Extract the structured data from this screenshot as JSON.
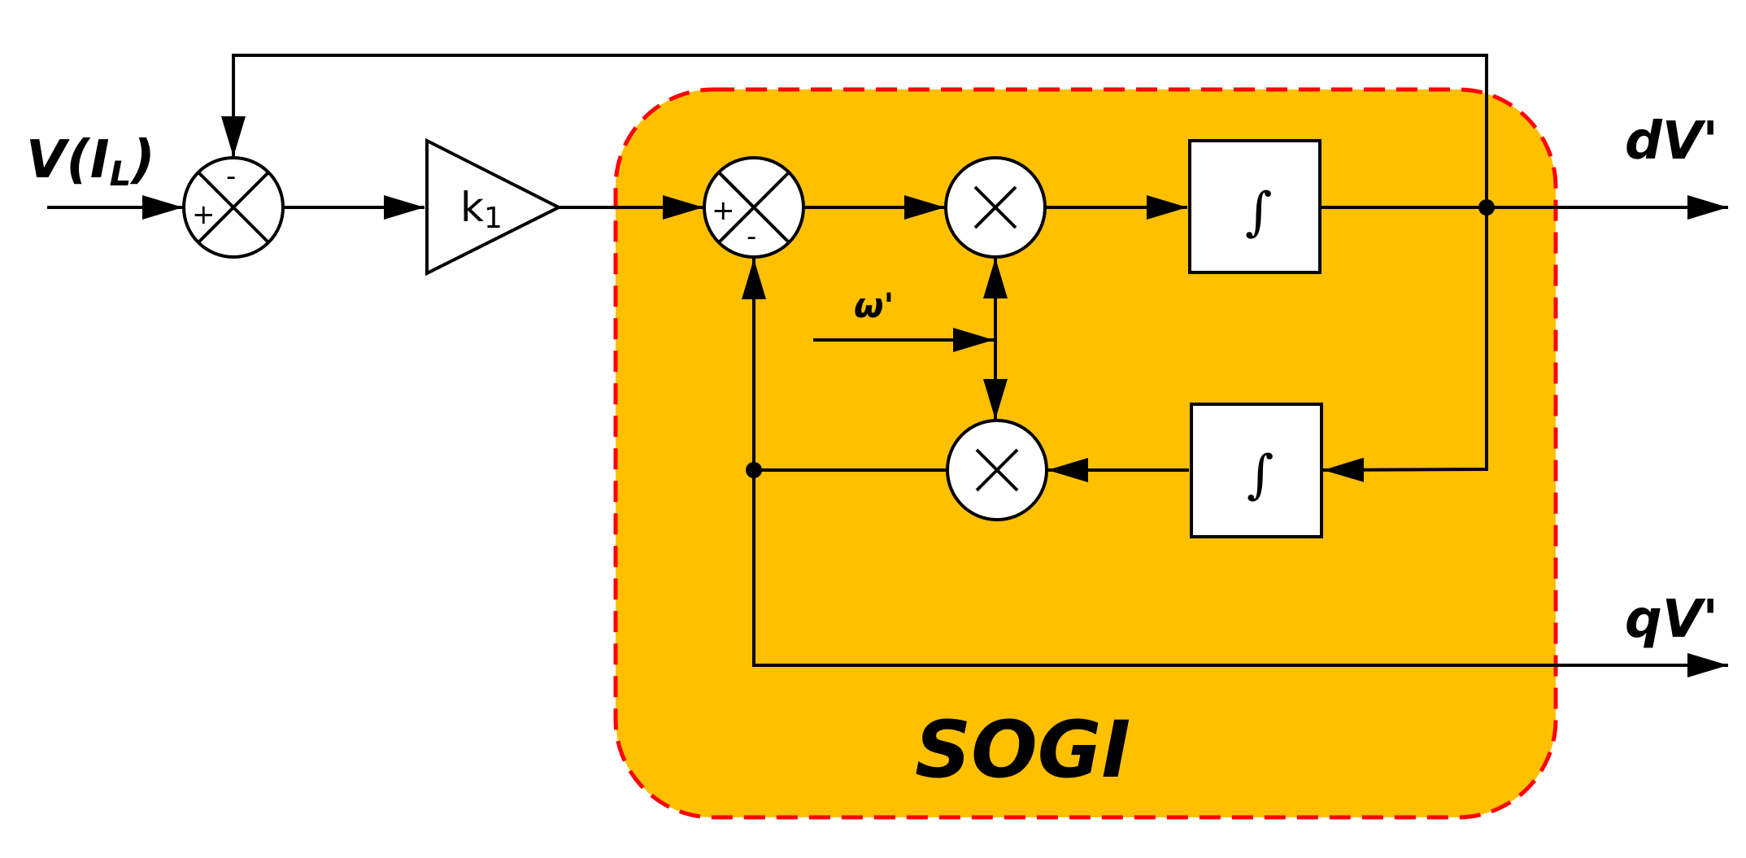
{
  "diagram": {
    "block_label": "SOGI",
    "input_label": {
      "main": "V(I",
      "sub": "L",
      "close": ")"
    },
    "gain_label": {
      "main": "k",
      "sub": "1"
    },
    "integrator_symbol": "∫",
    "omega_label": "ω'",
    "output_d_label": "dV'",
    "output_q_label": "qV'",
    "sum1_signs": {
      "left": "+",
      "top": "-"
    },
    "sum2_signs": {
      "left": "+",
      "bottom": "-"
    },
    "colors": {
      "sogi_fill": "#FFC000",
      "sogi_border": "#FF0000",
      "line": "#000000",
      "block_fill": "#FFFFFF"
    }
  }
}
